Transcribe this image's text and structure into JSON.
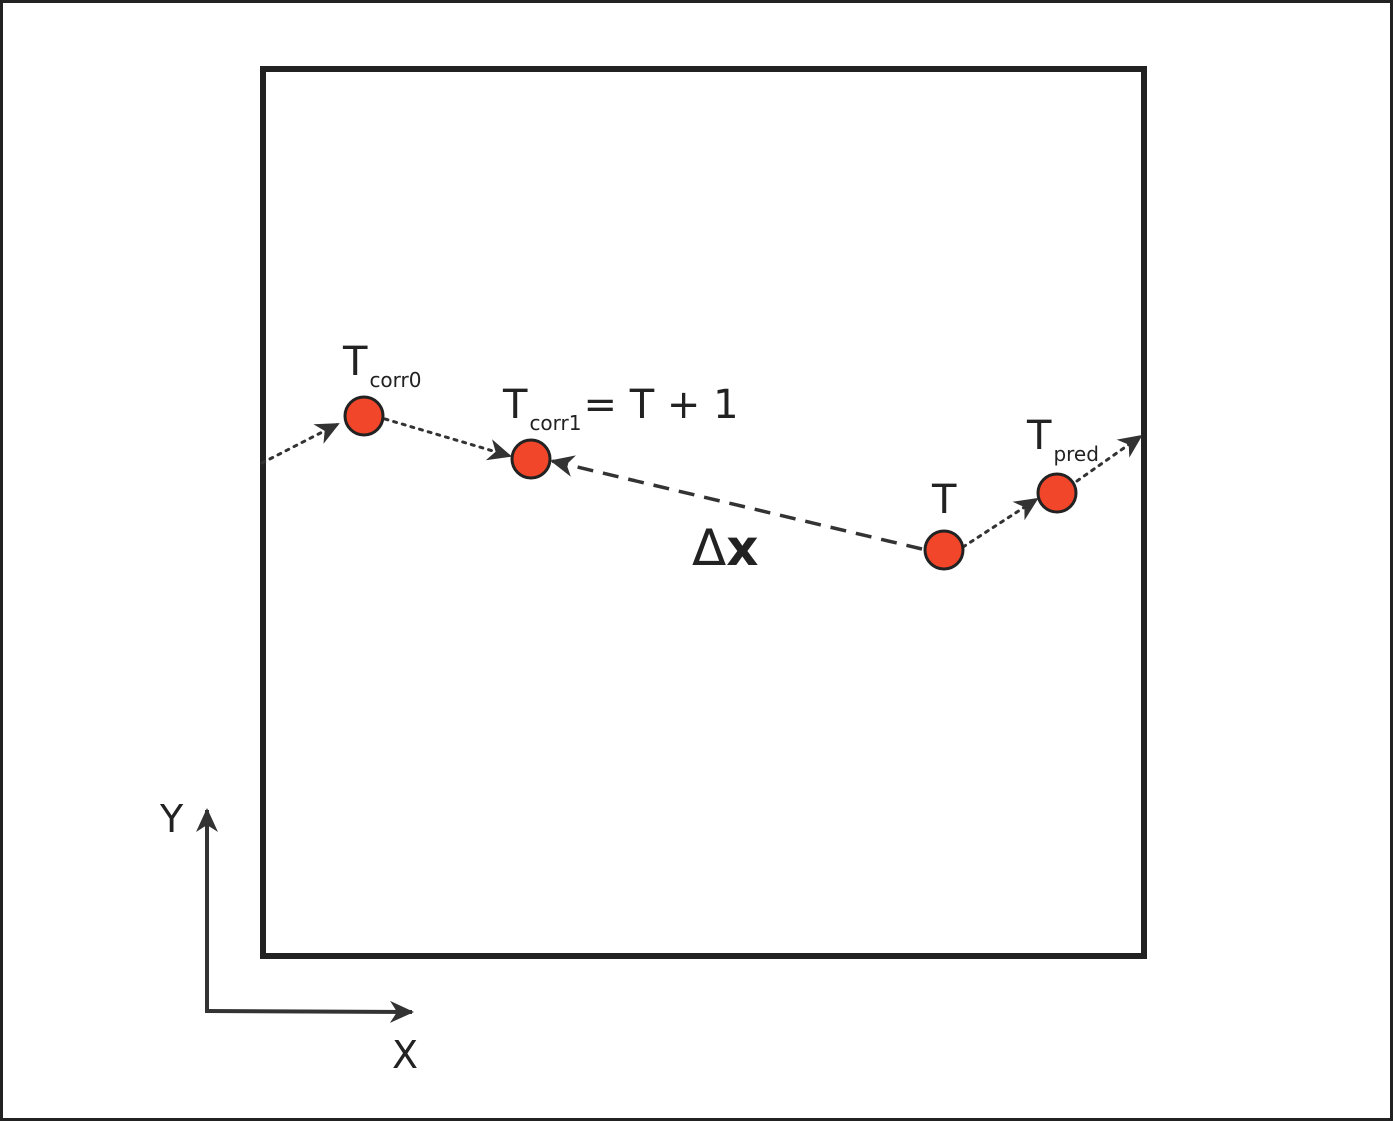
{
  "colors": {
    "marker_fill": "#f1462a",
    "stroke": "#222222",
    "background": "#ffffff"
  },
  "labels": {
    "t_corr0": {
      "main": "T",
      "sub": "corr0"
    },
    "t_corr1": {
      "main": "T",
      "sub": "corr1",
      "suffix": "= T + 1"
    },
    "t_current": {
      "main": "T"
    },
    "t_pred": {
      "main": "T",
      "sub": "pred"
    },
    "delta": {
      "symbol": "Δ",
      "var": "x"
    }
  },
  "axes": {
    "x_label": "X",
    "y_label": "Y"
  }
}
